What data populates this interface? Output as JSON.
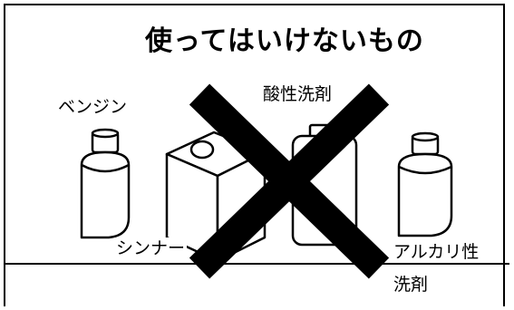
{
  "title": "使ってはいけないもの",
  "items": {
    "benzine": "ベンジン",
    "acid_detergent": "酸性洗剤",
    "thinner": "シンナー",
    "alkaline_detergent_line1": "アルカリ性",
    "alkaline_detergent_line2": "洗剤"
  },
  "prohibition_mark": "cross-x",
  "colors": {
    "ink": "#000000",
    "background": "#ffffff"
  }
}
